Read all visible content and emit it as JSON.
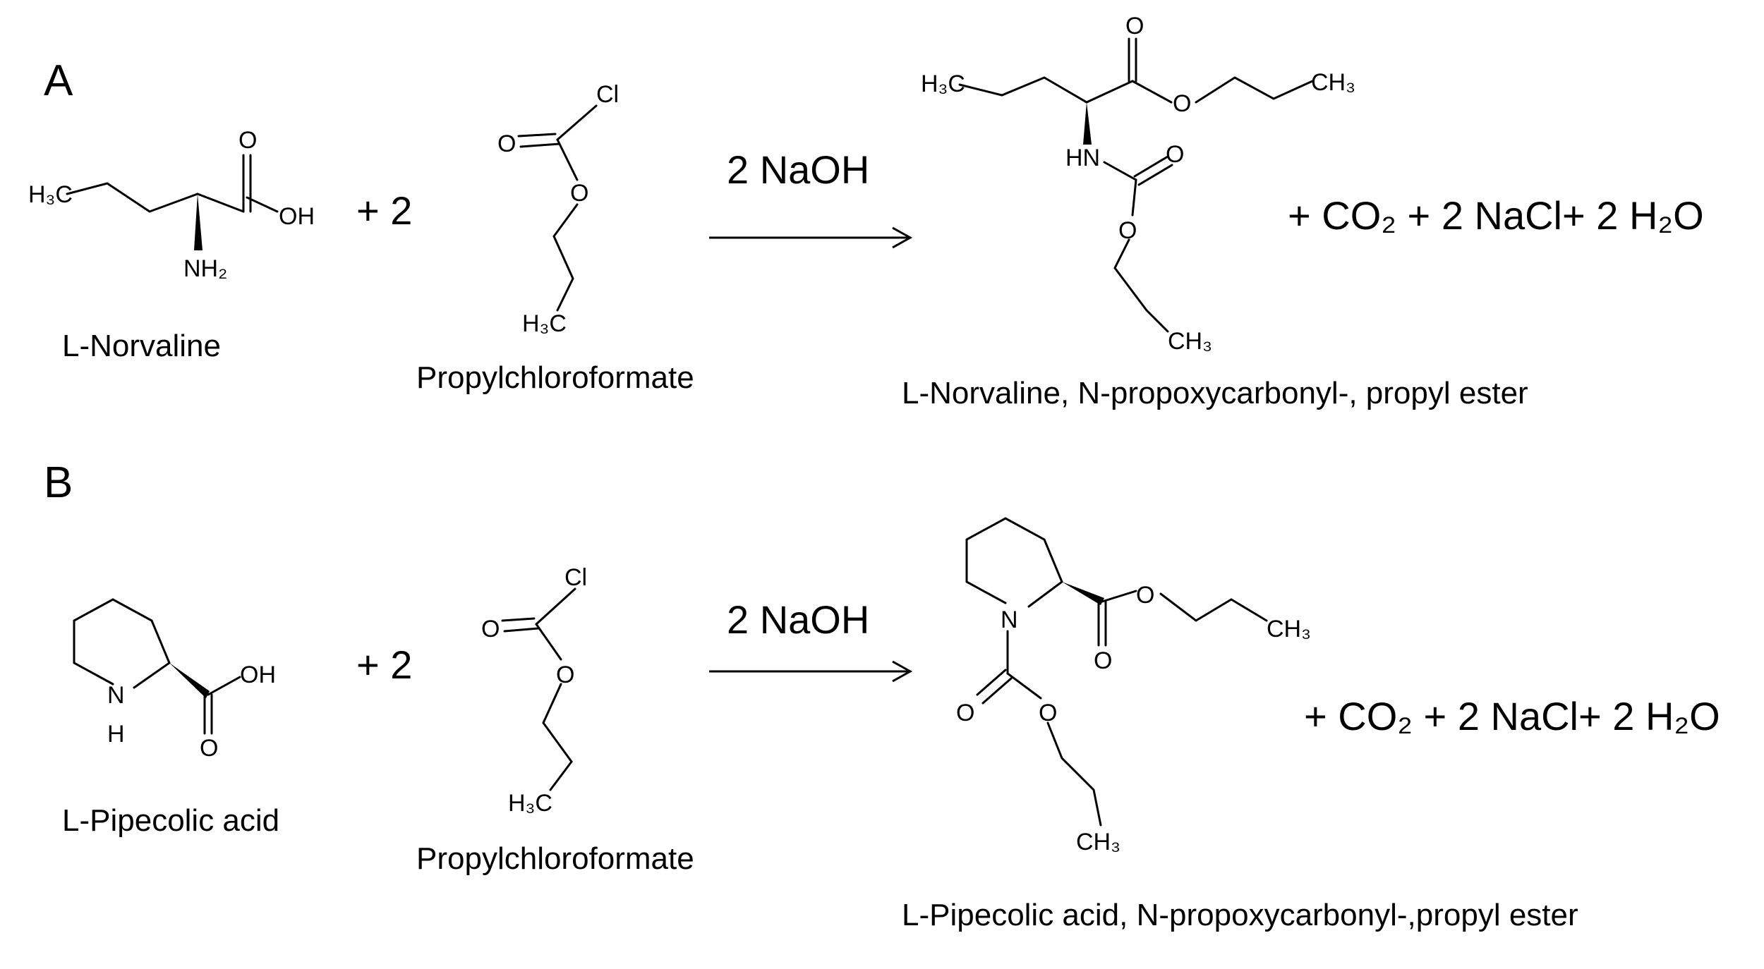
{
  "panels": [
    {
      "label": "A",
      "reactant1": {
        "name": "L-Norvaline",
        "atoms": {
          "ch3": "H₃C",
          "o": "O",
          "oh": "OH",
          "nh2": "NH₂"
        }
      },
      "coefficient": "+  2",
      "reactant2": {
        "name": "Propylchloroformate",
        "atoms": {
          "cl": "Cl",
          "o_dbl": "O",
          "o_ether": "O",
          "ch3": "H₃C"
        }
      },
      "conditions": "2  NaOH",
      "product": {
        "name": "L-Norvaline, N-propoxycarbonyl-, propyl ester",
        "atoms": {
          "ch3_left": "H₃C",
          "o_top": "O",
          "o_ester": "O",
          "ch3_right": "CH₃",
          "hn": "HN",
          "o_carb": "O",
          "o_carb_ether": "O",
          "ch3_bottom": "CH₃"
        }
      },
      "byproducts": "+  CO₂  +  2 NaCl+  2 H₂O"
    },
    {
      "label": "B",
      "reactant1": {
        "name": "L-Pipecolic acid",
        "atoms": {
          "n": "N",
          "h": "H",
          "oh": "OH",
          "o": "O"
        }
      },
      "coefficient": "+  2",
      "reactant2": {
        "name": "Propylchloroformate",
        "atoms": {
          "cl": "Cl",
          "o_dbl": "O",
          "o_ether": "O",
          "ch3": "H₃C"
        }
      },
      "conditions": "2  NaOH",
      "product": {
        "name": "L-Pipecolic acid, N-propoxycarbonyl-,propyl ester",
        "atoms": {
          "n": "N",
          "o_ester": "O",
          "ch3_right": "CH₃",
          "o_keto": "O",
          "o_carb": "O",
          "o_carb_ether": "O",
          "ch3_bottom": "CH₃"
        }
      },
      "byproducts": "+  CO₂  +  2 NaCl+  2 H₂O"
    }
  ]
}
